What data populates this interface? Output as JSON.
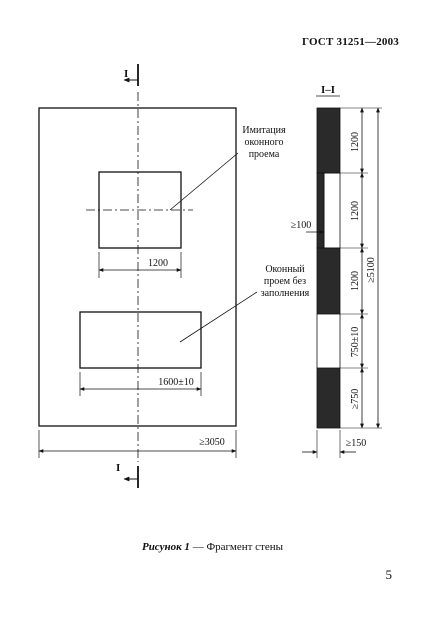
{
  "header": {
    "standard": "ГОСТ 31251—2003"
  },
  "plan": {
    "section_mark": "I",
    "window_imitation_label": [
      "Имитация",
      "оконного",
      "проема"
    ],
    "window_open_label": [
      "Оконный",
      "проем без",
      "заполнения"
    ],
    "dim_imitation_width": "1200",
    "dim_open_width": "1600±10",
    "dim_wall_width": "≥3050"
  },
  "section": {
    "title": "I–I",
    "dim_min_depth": "≥100",
    "dim_thickness": "≥150",
    "dims_vertical": [
      "1200",
      "1200",
      "1200",
      "750±10",
      "≥750"
    ],
    "dim_total_height": "≥5100"
  },
  "caption": {
    "lead": "Рисунок 1",
    "text": " — Фрагмент стены"
  },
  "page_number": "5"
}
